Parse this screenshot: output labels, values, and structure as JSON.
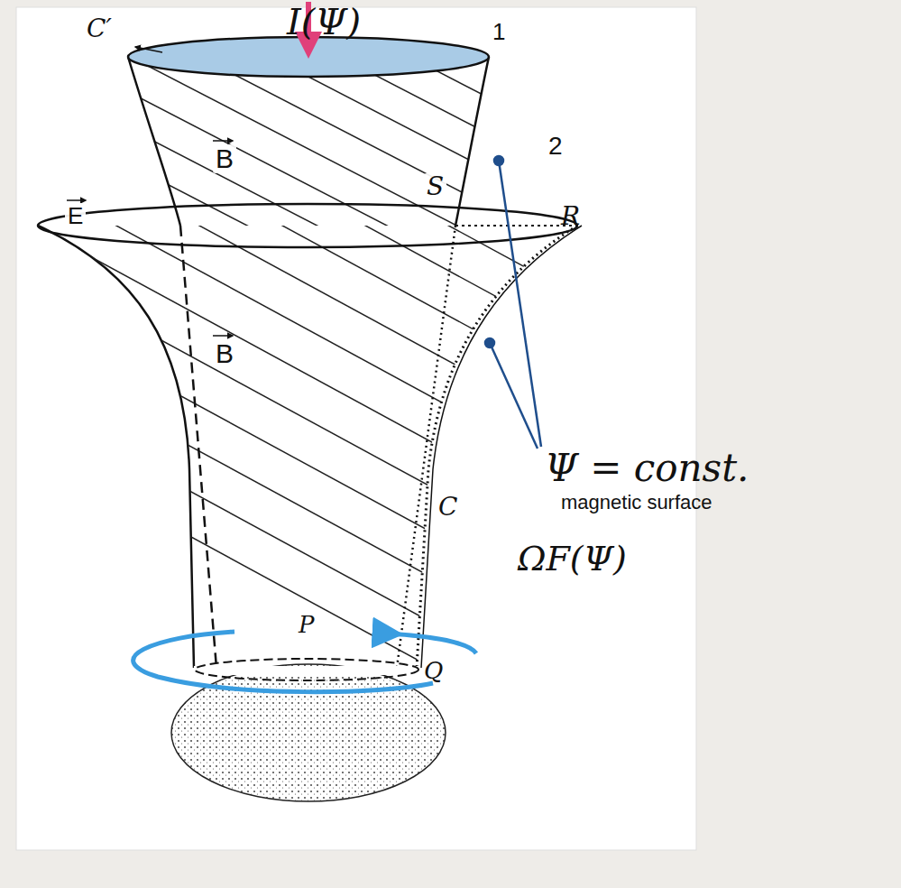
{
  "diagram": {
    "labels": [
      "I(Ψ)",
      "C′",
      "1",
      "2",
      "B",
      "E",
      "S",
      "R",
      "B",
      "Ψ = const.",
      "magnetic surface",
      "C",
      "ΩF(Ψ)",
      "P",
      "Q"
    ]
  }
}
